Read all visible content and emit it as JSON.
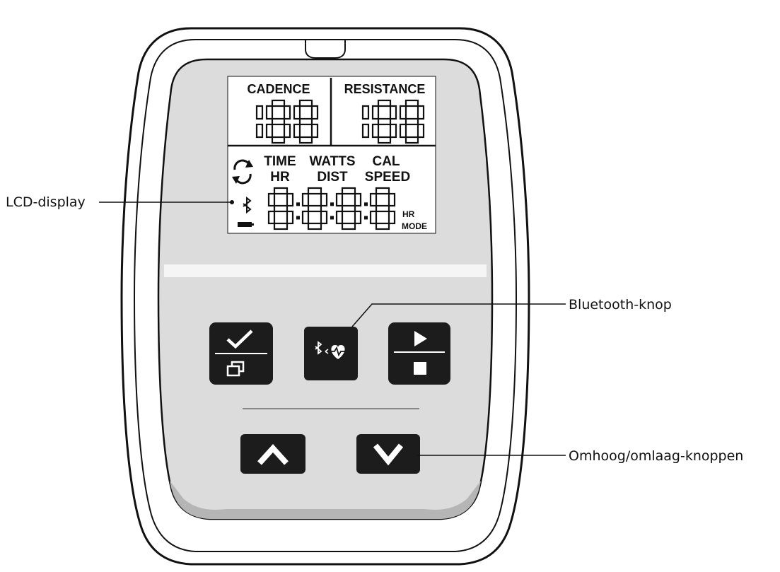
{
  "display": {
    "cadence_label": "CADENCE",
    "resistance_label": "RESISTANCE",
    "cadence_value": "188",
    "resistance_value": "188",
    "metric_row1": [
      "TIME",
      "WATTS",
      "CAL"
    ],
    "metric_row2": [
      "HR",
      "DIST",
      "SPEED"
    ],
    "main_value": "8:8:8:8",
    "hr_label": "HR",
    "mode_label": "MODE"
  },
  "callouts": {
    "lcd": "LCD-display",
    "bluetooth": "Bluetooth-knop",
    "updown": "Omhoog/omlaag-knoppen"
  },
  "icons": {
    "cycle": "refresh-cycle-icon",
    "bluetooth": "bluetooth-icon",
    "battery": "battery-icon",
    "confirm": "check-icon",
    "window": "window-switch-icon",
    "play": "play-icon",
    "stop": "stop-icon",
    "heart": "heart-rate-icon",
    "up": "chevron-up-icon",
    "down": "chevron-down-icon"
  },
  "colors": {
    "body": "#ffffff",
    "panel": "#dcdcdc",
    "lcd": "#ffffff",
    "button": "#1c1c1c",
    "band": "#f5f5f5"
  }
}
